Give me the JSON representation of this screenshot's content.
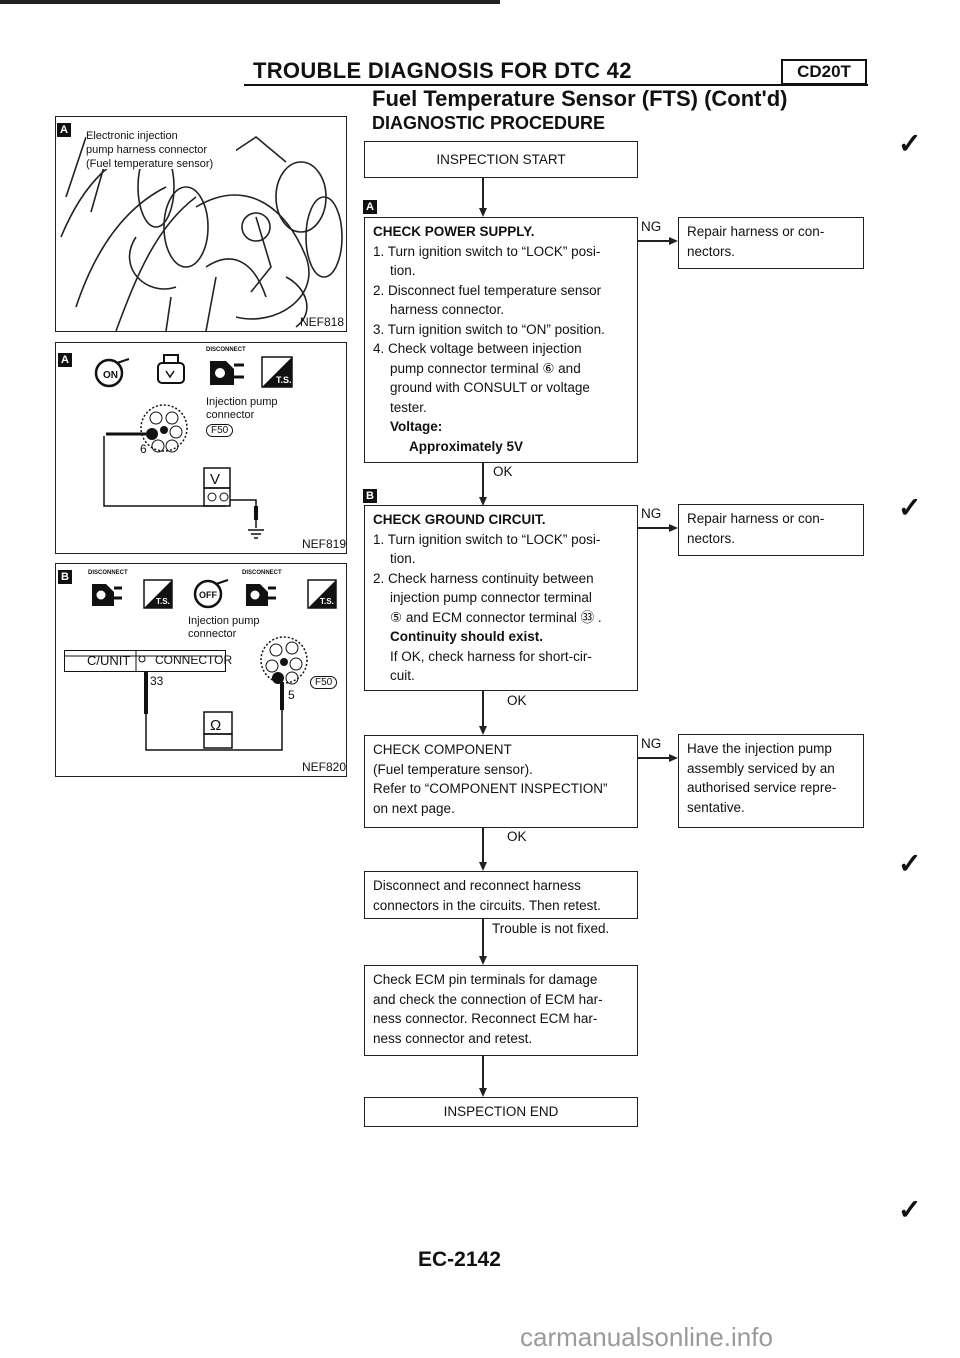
{
  "header": {
    "title": "TROUBLE DIAGNOSIS FOR DTC 42",
    "engine_code": "CD20T",
    "subtitle": "Fuel Temperature Sensor (FTS) (Cont'd)",
    "section": "DIAGNOSTIC PROCEDURE"
  },
  "figures": {
    "a": {
      "marker": "A",
      "caption_lines": [
        "Electronic injection",
        "pump harness connector",
        "(Fuel temperature sensor)"
      ],
      "code": "NEF818"
    },
    "b1": {
      "marker": "A",
      "disconnect": "DISCONNECT",
      "ts": "T.S.",
      "key": "ON",
      "connector_label": [
        "Injection pump",
        "connector"
      ],
      "connector_code": "F50",
      "terminal": "6",
      "meter": "V",
      "code": "NEF819"
    },
    "b2": {
      "marker": "B",
      "disconnect_1": "DISCONNECT",
      "disconnect_2": "DISCONNECT",
      "ts": "T.S.",
      "key": "OFF",
      "unit": "C/UNIT",
      "connector_box": "CONNECTOR",
      "connector_label": [
        "Injection pump",
        "connector"
      ],
      "connector_code": "F50",
      "terminal_a": "33",
      "terminal_b": "5",
      "meter": "Ω",
      "code": "NEF820"
    }
  },
  "flow": {
    "start": "INSPECTION START",
    "step1": {
      "marker": "A",
      "lines": [
        "CHECK POWER SUPPLY.",
        "1. Turn ignition switch to “LOCK” posi-",
        "tion.",
        "2. Disconnect fuel temperature sensor",
        "harness connector.",
        "3. Turn ignition switch to “ON” position.",
        "4. Check voltage between injection",
        "pump connector terminal ⑥ and",
        "ground with CONSULT or voltage",
        "tester.",
        "Voltage:",
        "Approximately 5V"
      ],
      "ng": "NG",
      "ng_action": [
        "Repair harness or con-",
        "nectors."
      ],
      "ok": "OK"
    },
    "step2": {
      "marker": "B",
      "lines": [
        "CHECK GROUND CIRCUIT.",
        "1. Turn ignition switch to “LOCK” posi-",
        "tion.",
        "2. Check harness continuity between",
        "injection pump connector terminal",
        "⑤ and ECM connector terminal ㉝ .",
        "Continuity should exist.",
        "If OK, check harness for short-cir-",
        "cuit."
      ],
      "ng": "NG",
      "ng_action": [
        "Repair harness or con-",
        "nectors."
      ],
      "ok": "OK"
    },
    "step3": {
      "lines": [
        "CHECK COMPONENT",
        "(Fuel temperature sensor).",
        "Refer to “COMPONENT INSPECTION”",
        "on next page."
      ],
      "ng": "NG",
      "ng_action": [
        "Have the injection pump",
        "assembly serviced by an",
        "authorised service repre-",
        "sentative."
      ],
      "ok": "OK"
    },
    "step4": {
      "lines": [
        "Disconnect and reconnect harness",
        "connectors in the circuits. Then retest."
      ],
      "note": "Trouble is not fixed."
    },
    "step5": {
      "lines": [
        "Check ECM pin terminals for damage",
        "and check the connection of ECM har-",
        "ness connector. Reconnect ECM har-",
        "ness connector and retest."
      ]
    },
    "end": "INSPECTION END"
  },
  "footer": {
    "page": "EC-2142"
  },
  "watermark": "carmanualsonline.info"
}
